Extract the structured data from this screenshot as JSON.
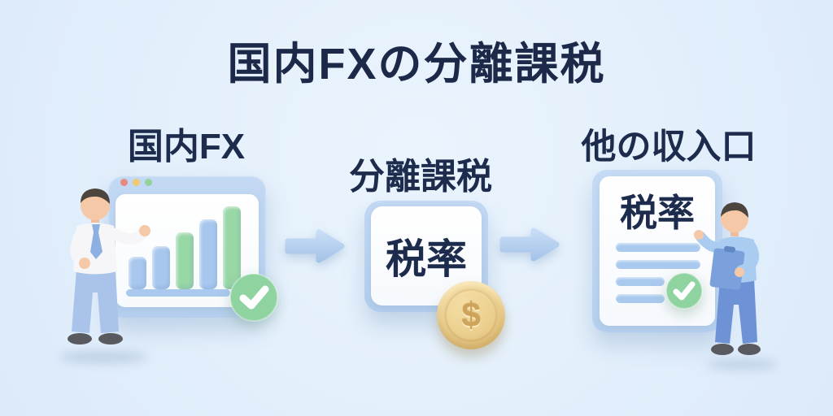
{
  "title": "国内FXの分離課税",
  "steps": [
    {
      "label": "国内FX"
    },
    {
      "label": "分離課税",
      "card_text": "税率",
      "coin_symbol": "$"
    },
    {
      "label": "他の収入口",
      "card_text": "税率"
    }
  ],
  "colors": {
    "background": "#e3effb",
    "text_navy": "#1c2948",
    "card_frame_blue": "#b9d3f0",
    "card_white": "#fdfdfe",
    "bar_blue": "#a7c7ee",
    "bar_green": "#98d7a6",
    "check_green": "#8fd3a0",
    "arrow_blue": "#b4cfee",
    "coin_gold": "#e8c87f"
  },
  "illustration": {
    "window_dots": [
      "#e8897f",
      "#eec96e",
      "#93d29d"
    ],
    "chart_bars": [
      {
        "height": 40,
        "color": "blue"
      },
      {
        "height": 53,
        "color": "blue"
      },
      {
        "height": 70,
        "color": "green"
      },
      {
        "height": 86,
        "color": "blue"
      },
      {
        "height": 102,
        "color": "green"
      }
    ],
    "document_lines": [
      104,
      104,
      60,
      60
    ]
  }
}
